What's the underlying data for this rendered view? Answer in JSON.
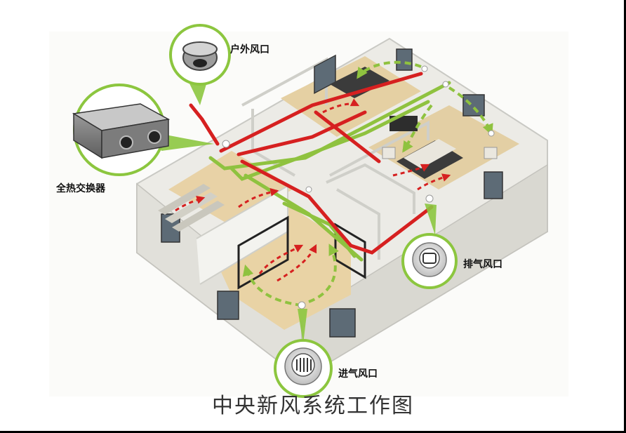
{
  "labels": {
    "outdoor_vent": "户外风口",
    "heat_exchanger": "全热交换器",
    "exhaust_vent": "排气风口",
    "supply_vent": "进气风口"
  },
  "title": "中央新风系统工作图",
  "colors": {
    "supply_duct": "#8fc23f",
    "exhaust_duct": "#d62020",
    "wall": "#f1f1ee",
    "floor": "#e8d2a6",
    "callout": "#8cc63f"
  }
}
